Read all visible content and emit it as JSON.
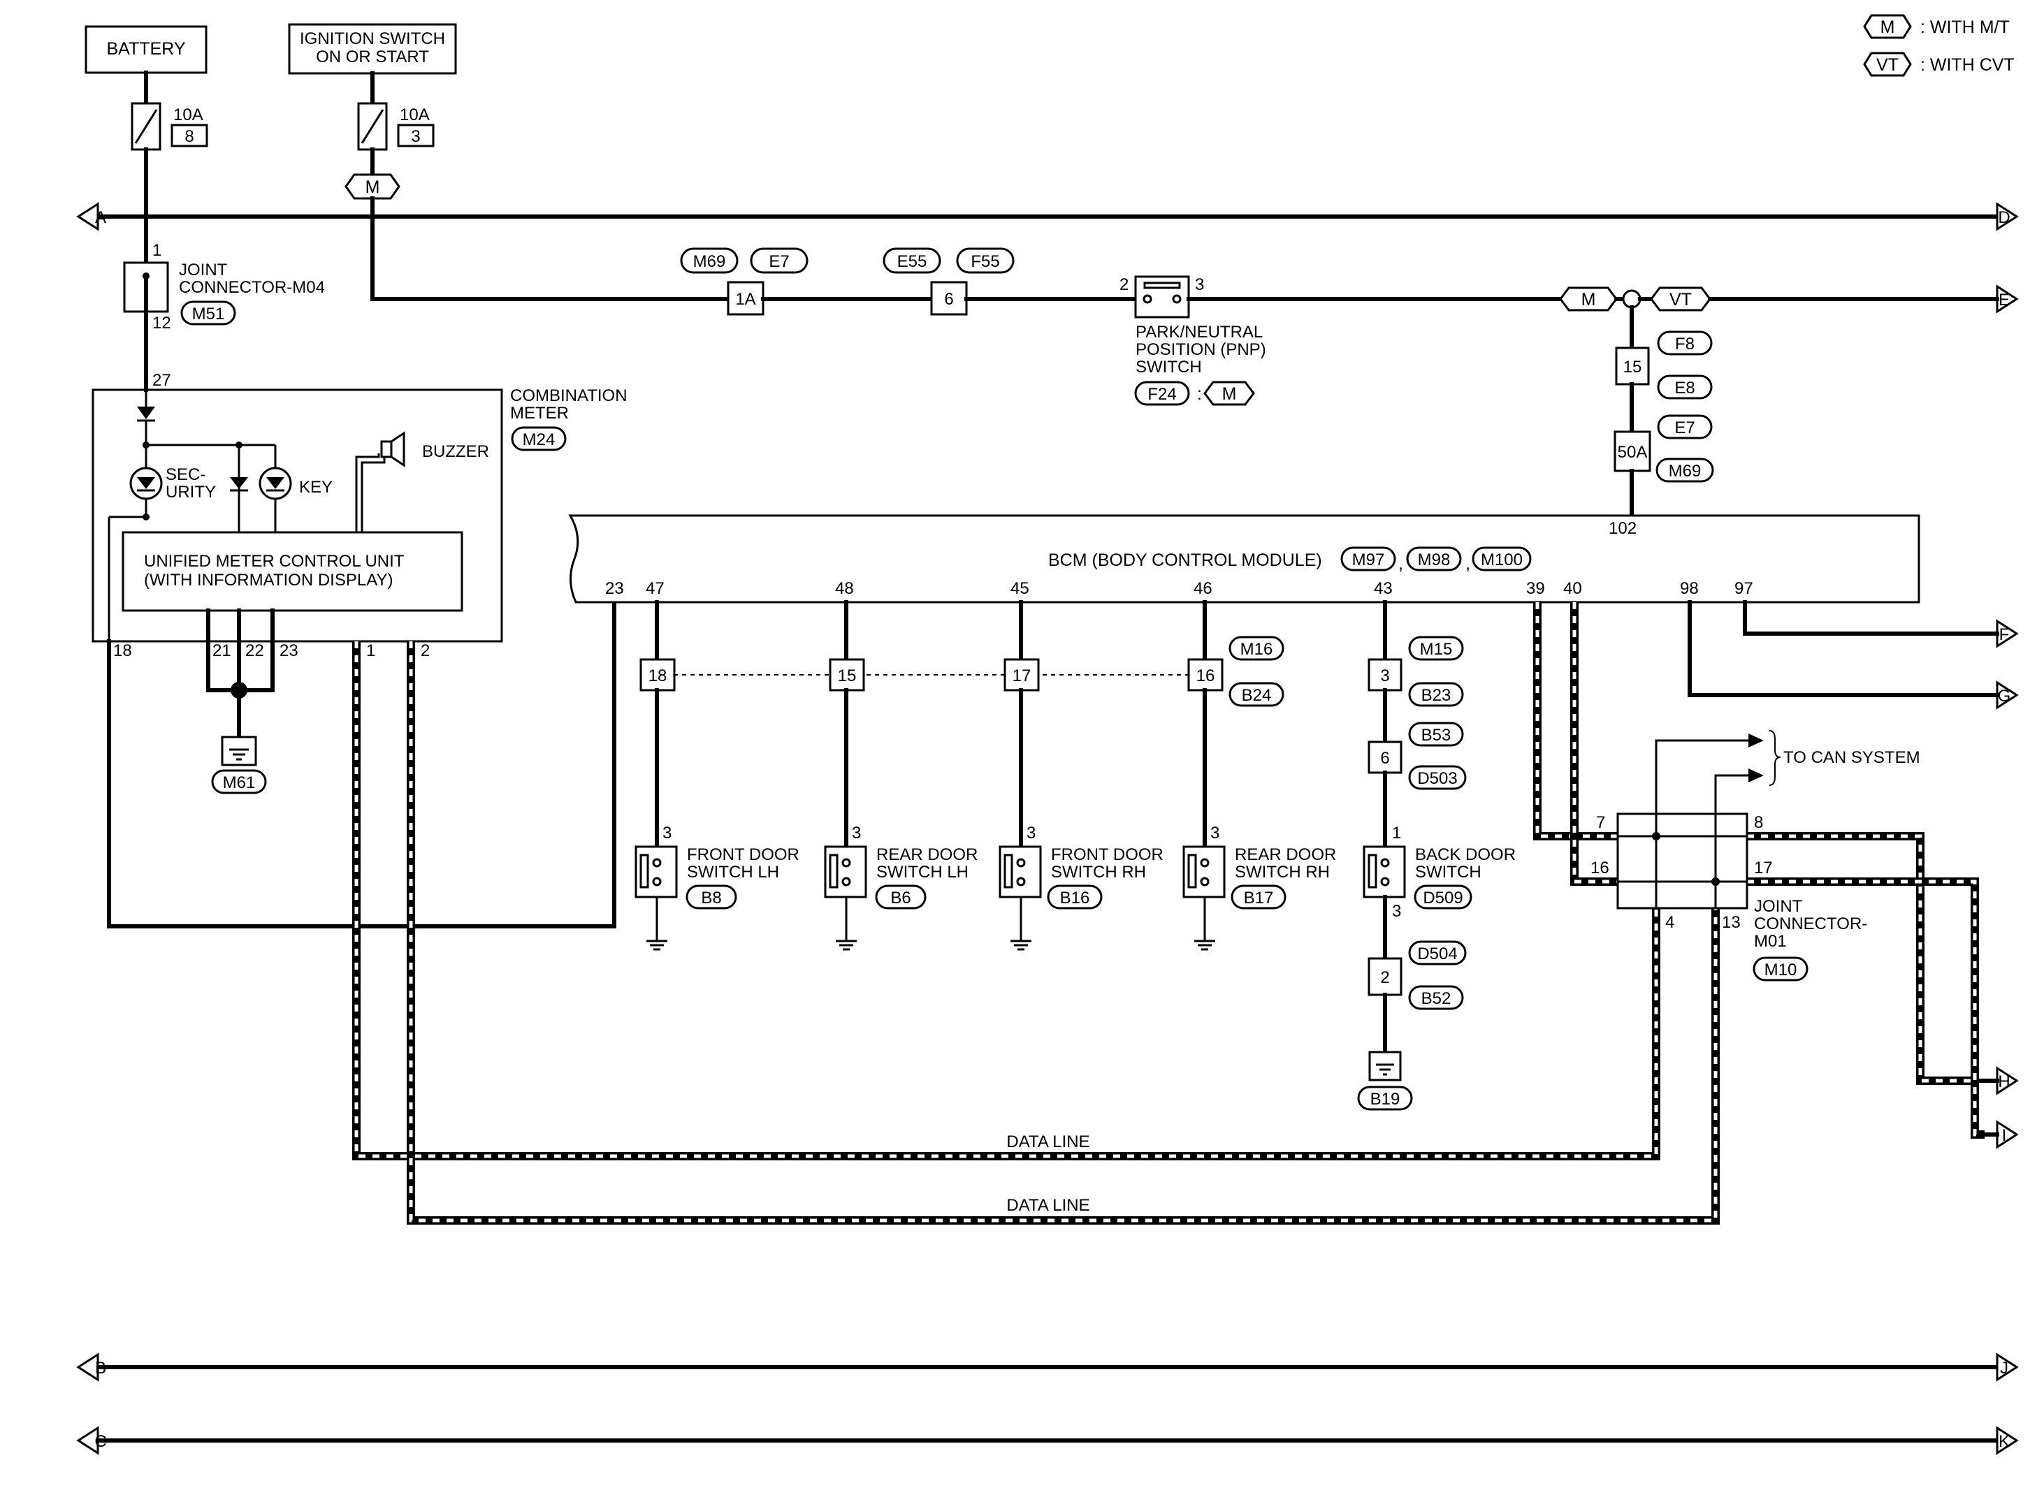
{
  "legend": {
    "mt_code": "M",
    "mt_text": ": WITH M/T",
    "cvt_code": "VT",
    "cvt_text": ": WITH CVT"
  },
  "sources": {
    "battery": "BATTERY",
    "ignition_line1": "IGNITION SWITCH",
    "ignition_line2": "ON OR START"
  },
  "fuses": {
    "battery_rating": "10A",
    "battery_no": "8",
    "ignition_rating": "10A",
    "ignition_no": "3",
    "ignition_option": "M",
    "bcm_fuse_rating": "50A",
    "bcm_fuse_conn_top": "E7",
    "bcm_fuse_conn_bottom": "M69"
  },
  "edge_labels": {
    "A": "A",
    "B": "B",
    "C": "C",
    "D": "D",
    "E": "E",
    "F": "F",
    "G": "G",
    "H": "H",
    "I": "I",
    "J": "J",
    "K": "K"
  },
  "joint_m04": {
    "line1": "JOINT",
    "line2": "CONNECTOR-M04",
    "code": "M51",
    "pin_top": "1",
    "pin_bottom": "12"
  },
  "inline_connectors": {
    "c1": {
      "pin": "1A",
      "left": "M69",
      "right": "E7"
    },
    "c2": {
      "pin": "6",
      "left": "E55",
      "right": "F55"
    },
    "c3": {
      "pin": "15",
      "top": "F8",
      "bottom": "E8"
    }
  },
  "pnp": {
    "line1": "PARK/NEUTRAL",
    "line2": "POSITION (PNP)",
    "line3": "SWITCH",
    "code": "F24",
    "colon": ":",
    "option": "M",
    "pin_left": "2",
    "pin_right": "3"
  },
  "branch": {
    "mt": "M",
    "cvt": "VT"
  },
  "combination_meter": {
    "line1": "COMBINATION",
    "line2": "METER",
    "code": "M24",
    "security1": "SEC-",
    "security2": "URITY",
    "key": "KEY",
    "buzzer": "BUZZER",
    "unit_line1": "UNIFIED METER CONTROL UNIT",
    "unit_line2": "(WITH INFORMATION DISPLAY)",
    "pin_in": "27",
    "pin_18": "18",
    "pin_21": "21",
    "pin_22": "22",
    "pin_23": "23",
    "pin_1": "1",
    "pin_2": "2",
    "ground": "M61"
  },
  "bcm": {
    "title": "BCM (BODY CONTROL MODULE)",
    "code1": "M97",
    "sep1": ",",
    "code2": "M98",
    "sep2": ",",
    "code3": "M100",
    "pin_102": "102",
    "pins": [
      "23",
      "47",
      "48",
      "45",
      "46",
      "43",
      "39",
      "40",
      "98",
      "97"
    ]
  },
  "door_connectors": {
    "fl": "18",
    "rl": "15",
    "fr": "17",
    "rr": "16",
    "top": "M16",
    "bottom": "B24"
  },
  "door_switches": {
    "fl": {
      "line1": "FRONT DOOR",
      "line2": "SWITCH LH",
      "code": "B8",
      "pin": "3"
    },
    "rl": {
      "line1": "REAR DOOR",
      "line2": "SWITCH LH",
      "code": "B6",
      "pin": "3"
    },
    "fr": {
      "line1": "FRONT DOOR",
      "line2": "SWITCH RH",
      "code": "B16",
      "pin": "3"
    },
    "rr": {
      "line1": "REAR DOOR",
      "line2": "SWITCH RH",
      "code": "B17",
      "pin": "3"
    }
  },
  "back_door": {
    "c1_pin": "3",
    "c1_top": "M15",
    "c1_bottom": "B23",
    "c2_pin": "6",
    "c2_top": "B53",
    "c2_bottom": "D503",
    "line1": "BACK DOOR",
    "line2": "SWITCH",
    "code": "D509",
    "pin_top": "1",
    "pin_bottom": "3",
    "c3_pin": "2",
    "c3_top": "D504",
    "c3_bottom": "B52",
    "ground": "B19"
  },
  "joint_m01": {
    "line1": "JOINT",
    "line2": "CONNECTOR-",
    "line3": "M01",
    "code": "M10",
    "pin_7": "7",
    "pin_16": "16",
    "pin_8": "8",
    "pin_17": "17",
    "pin_4": "4",
    "pin_13": "13"
  },
  "can": {
    "label": "TO CAN SYSTEM"
  },
  "data_lines": {
    "upper": "DATA LINE",
    "lower": "DATA LINE"
  }
}
